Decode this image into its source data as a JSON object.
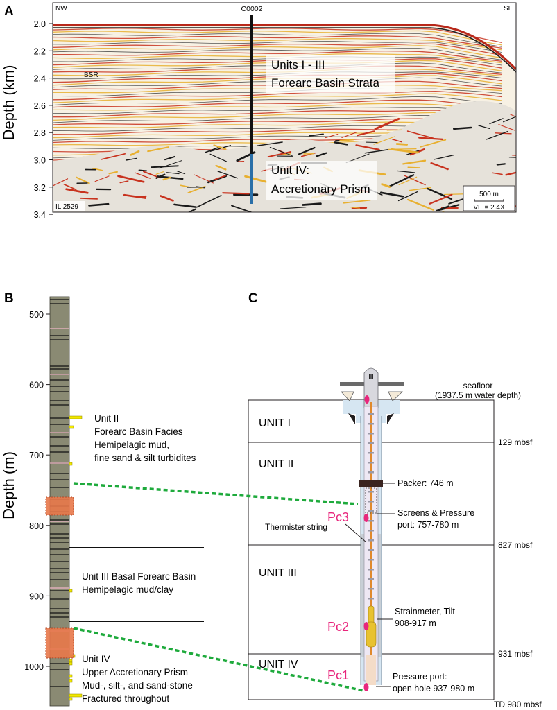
{
  "panel_a": {
    "letter": "A",
    "depth_label": "Depth (km)",
    "corner_nw": "NW",
    "corner_se": "SE",
    "well": "C0002",
    "bsr": "BSR",
    "units_i_iii": "Units I - III",
    "forearc_basin_strata": "Forearc Basin Strata",
    "unit_iv": "Unit IV:",
    "accretionary_prism": "Accretionary Prism",
    "inline": "IL 2529",
    "scale": "500 m",
    "ve": "VE = 2.4X",
    "depth_ticks": [
      "2.0",
      "2.2",
      "2.4",
      "2.6",
      "2.8",
      "3.0",
      "3.2",
      "3.4"
    ]
  },
  "panel_b": {
    "letter": "B",
    "depth_label": "Depth (m)",
    "depth_ticks": [
      "500",
      "600",
      "700",
      "800",
      "900",
      "1000"
    ],
    "unit2": {
      "title": "Unit II",
      "line1": "Forearc Basin Facies",
      "line2": "Hemipelagic mud,",
      "line3": "fine sand & silt turbidites"
    },
    "unit3": {
      "title": "Unit III Basal Forearc Basin",
      "line1": "Hemipelagic mud/clay"
    },
    "unit4": {
      "title": "Unit IV",
      "line1": "Upper Accretionary Prism",
      "line2": "Mud-, silt-, and sand-stone",
      "line3": "Fractured throughout"
    }
  },
  "panel_c": {
    "letter": "C",
    "seafloor": "seafloor",
    "water_depth": "(1937.5 m water depth)",
    "unit_i": "UNIT I",
    "unit_ii": "UNIT II",
    "unit_iii": "UNIT III",
    "unit_iv": "UNIT IV",
    "mbsf_129": "129 mbsf",
    "mbsf_827": "827 mbsf",
    "mbsf_931": "931 mbsf",
    "td": "TD 980 mbsf",
    "packer": "Packer: 746 m",
    "screens_1": "Screens & Pressure",
    "screens_2": "port: 757-780 m",
    "thermister": "Thermister string",
    "strain_1": "Strainmeter, Tilt",
    "strain_2": "908-917 m",
    "press_1": "Pressure port:",
    "press_2": "open hole 937-980 m",
    "pc1": "Pc1",
    "pc2": "Pc2",
    "pc3": "Pc3",
    "wellhead": "III"
  },
  "colors": {
    "column_fill": "#8a8a73",
    "sand_yellow": "#f2e800",
    "target_orange": "#e8784a",
    "dashed_green": "#1eaa3c",
    "pc_magenta": "#e8267c",
    "casing_blue": "#d6e6f2",
    "cable_orange": "#e0892c",
    "seismic_gold": "#e8b030",
    "seismic_red": "#c8321e"
  }
}
